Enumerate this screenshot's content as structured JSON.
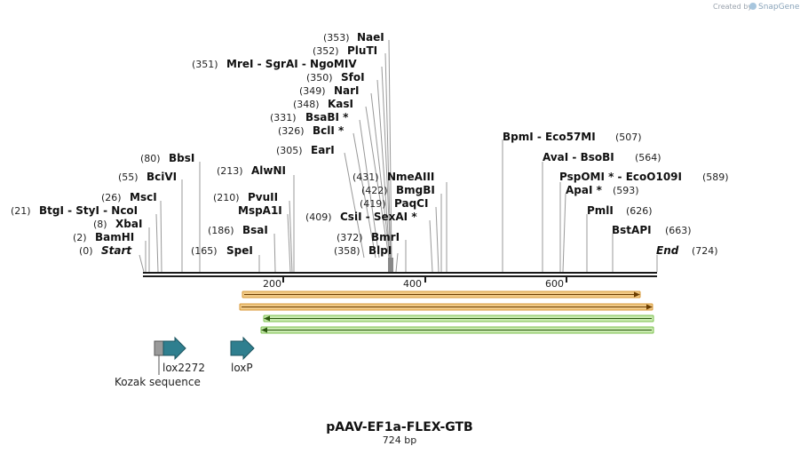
{
  "credit": {
    "text": "Created by",
    "brand": "SnapGene"
  },
  "map": {
    "title": "pAAV-EF1a-FLEX-GTB",
    "length_label": "724 bp",
    "length_bp": 724,
    "scale_ticks": [
      "200",
      "400",
      "600"
    ],
    "sites": [
      {
        "name": "Start",
        "pos": "(0)",
        "bp": 0
      },
      {
        "name": "BamHI",
        "pos": "(2)",
        "bp": 2
      },
      {
        "name": "XbaI",
        "pos": "(8)",
        "bp": 8
      },
      {
        "name": "BtgI - StyI - NcoI",
        "pos": "(21)",
        "bp": 21
      },
      {
        "name": "MscI",
        "pos": "(26)",
        "bp": 26
      },
      {
        "name": "BciVI",
        "pos": "(55)",
        "bp": 55
      },
      {
        "name": "BbsI",
        "pos": "(80)",
        "bp": 80
      },
      {
        "name": "SpeI",
        "pos": "(165)",
        "bp": 165
      },
      {
        "name": "BsaI",
        "pos": "(186)",
        "bp": 186
      },
      {
        "name": "MspA1I",
        "pos": "",
        "bp": 205
      },
      {
        "name": "PvuII",
        "pos": "(210)",
        "bp": 210
      },
      {
        "name": "AlwNI",
        "pos": "(213)",
        "bp": 213
      },
      {
        "name": "EarI",
        "pos": "(305)",
        "bp": 305
      },
      {
        "name": "BclI *",
        "pos": "(326)",
        "bp": 326
      },
      {
        "name": "BsaBI *",
        "pos": "(331)",
        "bp": 331
      },
      {
        "name": "KasI",
        "pos": "(348)",
        "bp": 348
      },
      {
        "name": "NarI",
        "pos": "(349)",
        "bp": 349
      },
      {
        "name": "SfoI",
        "pos": "(350)",
        "bp": 350
      },
      {
        "name": "MreI - SgrAI - NgoMIV",
        "pos": "(351)",
        "bp": 351
      },
      {
        "name": "PluTI",
        "pos": "(352)",
        "bp": 352
      },
      {
        "name": "NaeI",
        "pos": "(353)",
        "bp": 353
      },
      {
        "name": "BlpI",
        "pos": "(358)",
        "bp": 358
      },
      {
        "name": "BmrI",
        "pos": "(372)",
        "bp": 372
      },
      {
        "name": "CsiI - SexAI *",
        "pos": "(409)",
        "bp": 409
      },
      {
        "name": "PaqCI",
        "pos": "(419)",
        "bp": 419
      },
      {
        "name": "BmgBI",
        "pos": "(422)",
        "bp": 422
      },
      {
        "name": "NmeAIII",
        "pos": "(431)",
        "bp": 431
      },
      {
        "name": "BpmI - Eco57MI",
        "pos": "(507)",
        "bp": 507
      },
      {
        "name": "AvaI - BsoBI",
        "pos": "(564)",
        "bp": 564
      },
      {
        "name": "PspOMI * - EcoO109I",
        "pos": "(589)",
        "bp": 589
      },
      {
        "name": "ApaI *",
        "pos": "(593)",
        "bp": 593
      },
      {
        "name": "PmlI",
        "pos": "(626)",
        "bp": 626
      },
      {
        "name": "BstAPI",
        "pos": "(663)",
        "bp": 663
      },
      {
        "name": "End",
        "pos": "(724)",
        "bp": 724
      }
    ],
    "features": [
      {
        "name": "lox2272",
        "type": "loxP"
      },
      {
        "name": "loxP",
        "type": "loxP"
      },
      {
        "name": "Kozak sequence",
        "type": "misc"
      }
    ],
    "colors": {
      "backbone": "#1a1a1a",
      "orf_orange": "#f0c987",
      "orf_orange_edge": "#d99a3a",
      "orf_green": "#c9eab0",
      "orf_green_edge": "#7dc04f",
      "lox": "#2f7f8f",
      "kozak": "#9a9a9a"
    }
  }
}
